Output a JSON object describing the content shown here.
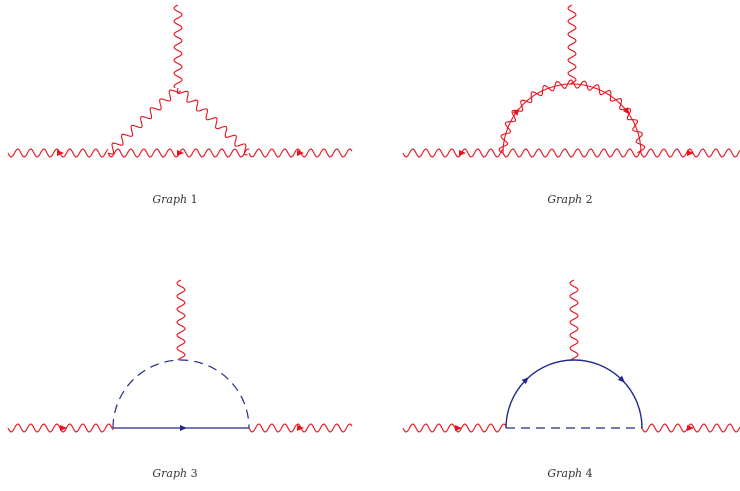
{
  "colors": {
    "photon": "#e8121e",
    "propagator": "#1f2a8c",
    "caption": "#333333"
  },
  "graphs": [
    {
      "caption_word": "Graph",
      "caption_num": "1"
    },
    {
      "caption_word": "Graph",
      "caption_num": "2"
    },
    {
      "caption_word": "Graph",
      "caption_num": "3"
    },
    {
      "caption_word": "Graph",
      "caption_num": "4"
    }
  ]
}
